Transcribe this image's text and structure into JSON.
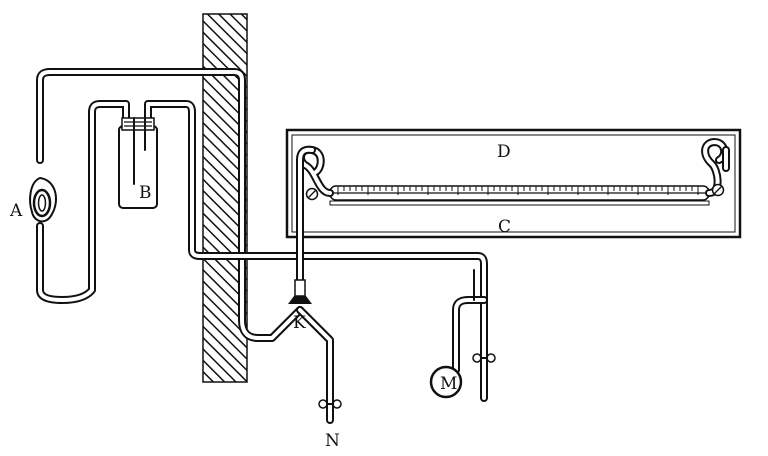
{
  "labels": {
    "a": "A",
    "b": "B",
    "c": "C",
    "d": "D",
    "k": "K",
    "m": "M",
    "n": "N"
  },
  "colors": {
    "ink": "#111111",
    "paper": "#ffffff"
  }
}
